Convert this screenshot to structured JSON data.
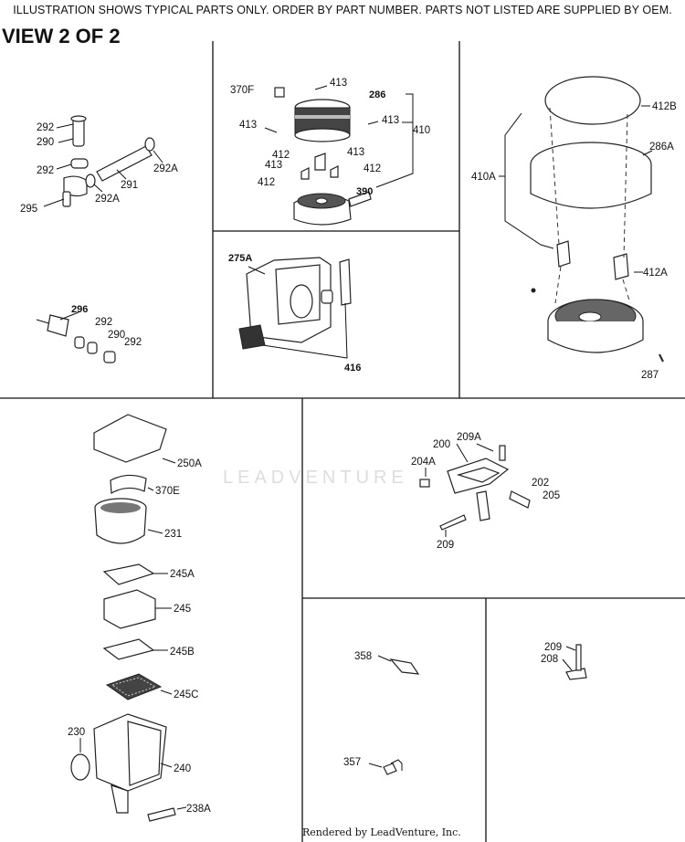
{
  "header": "ILLUSTRATION SHOWS TYPICAL PARTS ONLY.  ORDER BY PART NUMBER.  PARTS NOT LISTED ARE SUPPLIED BY OEM.",
  "view_title": "VIEW 2 OF 2",
  "watermark": "LEADVENTURE",
  "footer": "Rendered by LeadVenture, Inc.",
  "labels": {
    "p292a_top": "292",
    "p290a": "290",
    "p292b": "292",
    "p292A_r": "292A",
    "p291": "291",
    "p292A_b": "292A",
    "p295": "295",
    "p296": "296",
    "p292c": "292",
    "p290b": "290",
    "p292d": "292",
    "p370F": "370F",
    "p413a": "413",
    "p286": "286",
    "p413b": "413",
    "p413c": "413",
    "p410": "410",
    "p412a": "412",
    "p413d": "413",
    "p413e": "413",
    "p412b": "412",
    "p412c": "412",
    "p390": "390",
    "p275A": "275A",
    "p416": "416",
    "p412B": "412B",
    "p286A": "286A",
    "p410A": "410A",
    "p412A": "412A",
    "p287": "287",
    "p250A": "250A",
    "p370E": "370E",
    "p231": "231",
    "p245A": "245A",
    "p245": "245",
    "p245B": "245B",
    "p245C": "245C",
    "p230": "230",
    "p240": "240",
    "p238A": "238A",
    "p209A": "209A",
    "p200": "200",
    "p204A": "204A",
    "p202": "202",
    "p205": "205",
    "p209": "209",
    "p358": "358",
    "p357": "357",
    "p209b": "209",
    "p208": "208"
  }
}
